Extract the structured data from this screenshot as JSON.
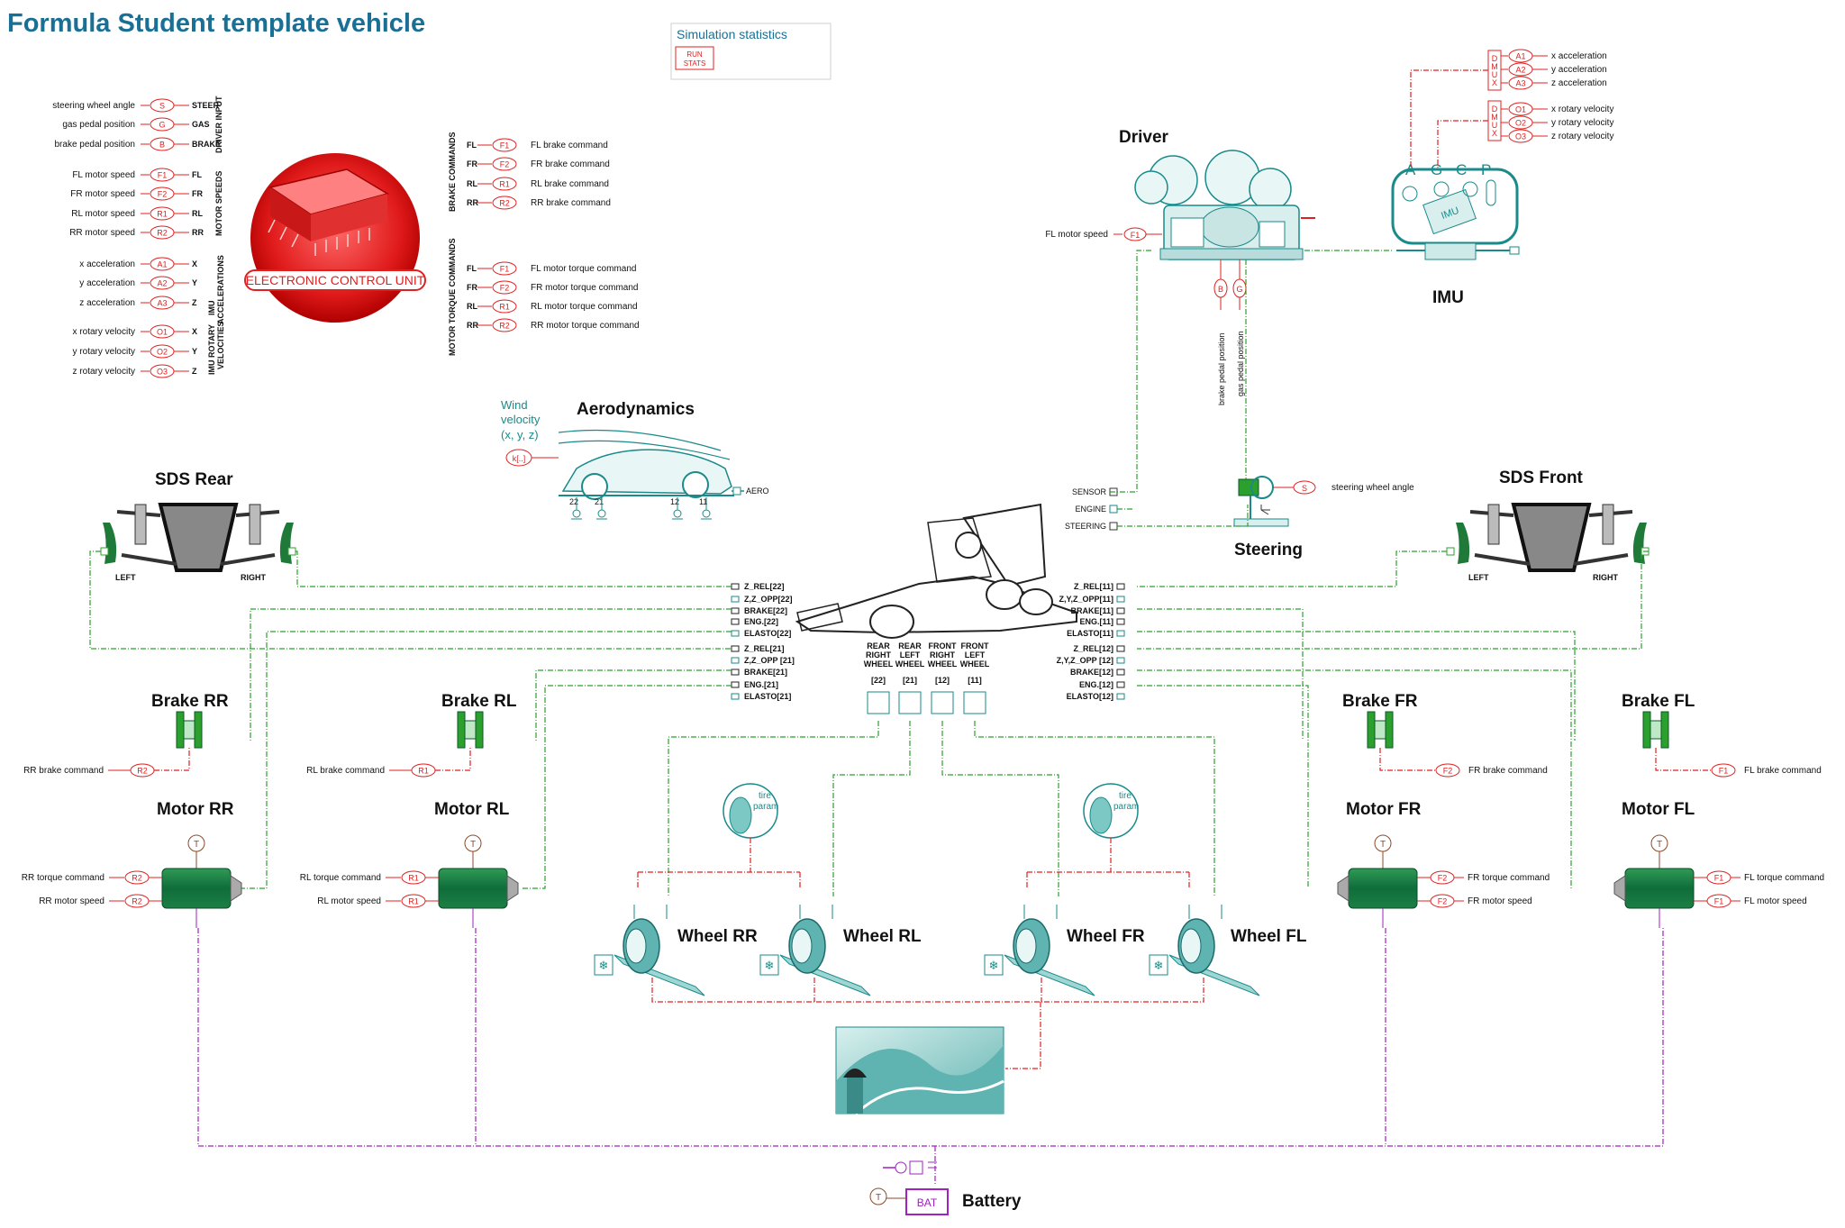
{
  "title": "Formula Student template vehicle",
  "stats": {
    "heading": "Simulation statistics",
    "button_line1": "RUN",
    "button_line2": "STATS"
  },
  "colors": {
    "title": "#1a6f95",
    "port_red": "#e02020",
    "wire_green": "#2ca02c",
    "wire_purple": "#a020c0",
    "teal": "#1a8a8a"
  },
  "ecu": {
    "label": "ELECTRONIC CONTROL UNIT",
    "groups": {
      "driver_input": "DRIVER INPUT",
      "motor_speeds": "MOTOR SPEEDS",
      "imu_accel": "IMU ACCELERATIONS",
      "imu_rot": "IMU ROTARY VELOCITIES",
      "brake_cmds": "BRAKE COMMANDS",
      "torque_cmds": "MOTOR TORQUE COMMANDS"
    },
    "inputs": [
      {
        "label": "steering wheel angle",
        "port": "S",
        "tag": "STEER"
      },
      {
        "label": "gas pedal position",
        "port": "G",
        "tag": "GAS"
      },
      {
        "label": "brake pedal position",
        "port": "B",
        "tag": "BRAKE"
      },
      {
        "label": "FL motor speed",
        "port": "F1",
        "tag": "FL"
      },
      {
        "label": "FR motor speed",
        "port": "F2",
        "tag": "FR"
      },
      {
        "label": "RL motor speed",
        "port": "R1",
        "tag": "RL"
      },
      {
        "label": "RR motor speed",
        "port": "R2",
        "tag": "RR"
      },
      {
        "label": "x acceleration",
        "port": "A1",
        "tag": "X"
      },
      {
        "label": "y acceleration",
        "port": "A2",
        "tag": "Y"
      },
      {
        "label": "z acceleration",
        "port": "A3",
        "tag": "Z"
      },
      {
        "label": "x rotary velocity",
        "port": "O1",
        "tag": "X"
      },
      {
        "label": "y rotary velocity",
        "port": "O2",
        "tag": "Y"
      },
      {
        "label": "z rotary velocity",
        "port": "O3",
        "tag": "Z"
      }
    ],
    "outputs": [
      {
        "tag": "FL",
        "port": "F1",
        "label": "FL brake command"
      },
      {
        "tag": "FR",
        "port": "F2",
        "label": "FR brake command"
      },
      {
        "tag": "RL",
        "port": "R1",
        "label": "RL brake command"
      },
      {
        "tag": "RR",
        "port": "R2",
        "label": "RR brake command"
      },
      {
        "tag": "FL",
        "port": "F1",
        "label": "FL motor torque command"
      },
      {
        "tag": "FR",
        "port": "F2",
        "label": "FR motor torque command"
      },
      {
        "tag": "RL",
        "port": "R1",
        "label": "RL motor torque command"
      },
      {
        "tag": "RR",
        "port": "R2",
        "label": "RR motor torque command"
      }
    ]
  },
  "driver": {
    "title": "Driver",
    "input_label": "FL motor speed",
    "input_port": "F1",
    "out_brake": "brake pedal position",
    "out_gas": "gas pedal position",
    "out_brake_port": "B",
    "out_gas_port": "G"
  },
  "imu": {
    "title": "IMU",
    "letters": [
      "A",
      "G",
      "C",
      "P"
    ],
    "demux": "DMUX",
    "accel": [
      {
        "port": "A1",
        "label": "x acceleration"
      },
      {
        "port": "A2",
        "label": "y acceleration"
      },
      {
        "port": "A3",
        "label": "z acceleration"
      }
    ],
    "rot": [
      {
        "port": "O1",
        "label": "x rotary velocity"
      },
      {
        "port": "O2",
        "label": "y rotary velocity"
      },
      {
        "port": "O3",
        "label": "z rotary velocity"
      }
    ]
  },
  "aero": {
    "title": "Aerodynamics",
    "wind_line1": "Wind",
    "wind_line2": "velocity",
    "wind_line3": "(x, y, z)",
    "wind_port": "k[..]",
    "port_aero": "AERO",
    "wheel_tags": [
      "22",
      "21",
      "12",
      "11"
    ]
  },
  "steering": {
    "title": "Steering",
    "port": "S",
    "label": "steering wheel angle"
  },
  "chassis_ports_left": {
    "sensor": "SENSOR",
    "engine": "ENGINE",
    "steering": "STEERING"
  },
  "sds_rear": {
    "title": "SDS Rear",
    "left": "LEFT",
    "right": "RIGHT"
  },
  "sds_front": {
    "title": "SDS Front",
    "left": "LEFT",
    "right": "RIGHT"
  },
  "car_ports_left": [
    "Z_REL[22]",
    "Z,Z_OPP[22]",
    "BRAKE[22]",
    "ENG.[22]",
    "ELASTO[22]",
    "Z_REL[21]",
    "Z,Z_OPP [21]",
    "BRAKE[21]",
    "ENG.[21]",
    "ELASTO[21]"
  ],
  "car_ports_right": [
    "Z_REL[11]",
    "Z,Y,Z_OPP[11]",
    "BRAKE[11]",
    "ENG.[11]",
    "ELASTO[11]",
    "Z_REL[12]",
    "Z,Y,Z_OPP [12]",
    "BRAKE[12]",
    "ENG.[12]",
    "ELASTO[12]"
  ],
  "car_wheels": [
    {
      "l1": "REAR",
      "l2": "RIGHT",
      "l3": "WHEEL",
      "id": "[22]"
    },
    {
      "l1": "REAR",
      "l2": "LEFT",
      "l3": "WHEEL",
      "id": "[21]"
    },
    {
      "l1": "FRONT",
      "l2": "RIGHT",
      "l3": "WHEEL",
      "id": "[12]"
    },
    {
      "l1": "FRONT",
      "l2": "LEFT",
      "l3": "WHEEL",
      "id": "[11]"
    }
  ],
  "brakes": [
    {
      "title": "Brake RR",
      "cmd": "RR brake command",
      "port": "R2"
    },
    {
      "title": "Brake RL",
      "cmd": "RL brake command",
      "port": "R1"
    },
    {
      "title": "Brake FR",
      "cmd": "FR brake command",
      "port": "F2"
    },
    {
      "title": "Brake FL",
      "cmd": "FL brake command",
      "port": "F1"
    }
  ],
  "motors": [
    {
      "title": "Motor RR",
      "torque": "RR torque command",
      "speed": "RR motor speed",
      "tport": "R2",
      "sport": "R2"
    },
    {
      "title": "Motor RL",
      "torque": "RL torque command",
      "speed": "RL motor speed",
      "tport": "R1",
      "sport": "R1"
    },
    {
      "title": "Motor FR",
      "torque": "FR torque command",
      "speed": "FR motor speed",
      "tport": "F2",
      "sport": "F2"
    },
    {
      "title": "Motor FL",
      "torque": "FL torque command",
      "speed": "FL motor speed",
      "tport": "F1",
      "sport": "F1"
    }
  ],
  "wheels": [
    "Wheel RR",
    "Wheel RL",
    "Wheel FR",
    "Wheel FL"
  ],
  "tire_param": {
    "l1": "tire",
    "l2": "param"
  },
  "battery": {
    "title": "Battery",
    "label": "BAT"
  }
}
